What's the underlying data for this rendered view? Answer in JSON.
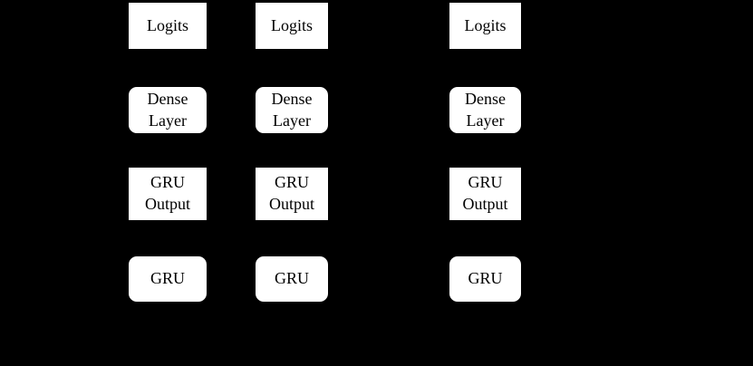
{
  "diagram": {
    "colors": {
      "background": "#000000",
      "box_fill": "#ffffff",
      "box_text": "#000000"
    },
    "columns": [
      {
        "id": "timestep-1",
        "boxes": [
          {
            "label": "Logits"
          },
          {
            "label": "Dense\nLayer"
          },
          {
            "label": "GRU\nOutput"
          },
          {
            "label": "GRU"
          }
        ]
      },
      {
        "id": "timestep-2",
        "boxes": [
          {
            "label": "Logits"
          },
          {
            "label": "Dense\nLayer"
          },
          {
            "label": "GRU\nOutput"
          },
          {
            "label": "GRU"
          }
        ]
      },
      {
        "id": "timestep-3",
        "boxes": [
          {
            "label": "Logits"
          },
          {
            "label": "Dense\nLayer"
          },
          {
            "label": "GRU\nOutput"
          },
          {
            "label": "GRU"
          }
        ]
      }
    ]
  }
}
